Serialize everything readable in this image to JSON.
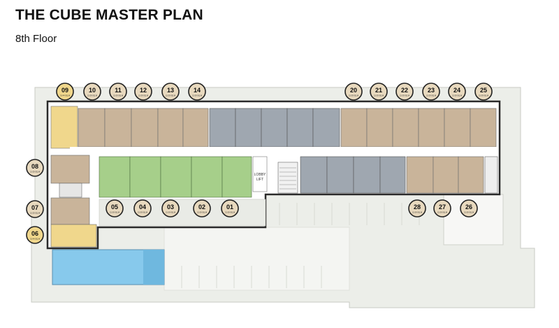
{
  "header": {
    "title": "THE CUBE MASTER PLAN",
    "subtitle": "8th Floor"
  },
  "plan": {
    "core_label_1": "LOBBY",
    "core_label_2": "LIFT",
    "colors": {
      "beige_unit": "#c9b49a",
      "green_unit": "#a6cf8a",
      "gray_unit": "#9fa7b0",
      "yellow_unit": "#f0d78c",
      "pool": "#87c9ec",
      "site": "#eceee9",
      "corridor": "#ffffff",
      "marker_fill": "#e8d9be",
      "marker_border": "#222222"
    },
    "unit_markers": [
      {
        "num": "09",
        "area": "31-44 SQ.M",
        "type": "yellow"
      },
      {
        "num": "10",
        "area": "21-29 SQ.M",
        "type": "beige"
      },
      {
        "num": "11",
        "area": "21-29 SQ.M",
        "type": "beige"
      },
      {
        "num": "12",
        "area": "21-29 SQ.M",
        "type": "beige"
      },
      {
        "num": "13",
        "area": "21-29 SQ.M",
        "type": "beige"
      },
      {
        "num": "14",
        "area": "21-29 SQ.M",
        "type": "beige"
      },
      {
        "num": "20",
        "area": "21-29 SQ.M",
        "type": "beige"
      },
      {
        "num": "21",
        "area": "21-29 SQ.M",
        "type": "beige"
      },
      {
        "num": "22",
        "area": "21-29 SQ.M",
        "type": "beige"
      },
      {
        "num": "23",
        "area": "21-29 SQ.M",
        "type": "beige"
      },
      {
        "num": "24",
        "area": "21-29 SQ.M",
        "type": "beige"
      },
      {
        "num": "25",
        "area": "21-29 SQ.M",
        "type": "beige"
      },
      {
        "num": "08",
        "area": "21-29 SQ.M",
        "type": "beige"
      },
      {
        "num": "07",
        "area": "21-29 SQ.M",
        "type": "beige"
      },
      {
        "num": "06",
        "area": "31-44 SQ.M",
        "type": "yellow"
      },
      {
        "num": "05",
        "area": "21-29 SQ.M",
        "type": "green"
      },
      {
        "num": "04",
        "area": "21-29 SQ.M",
        "type": "green"
      },
      {
        "num": "03",
        "area": "21-29 SQ.M",
        "type": "green"
      },
      {
        "num": "02",
        "area": "21-29 SQ.M",
        "type": "green"
      },
      {
        "num": "01",
        "area": "21-29 SQ.M",
        "type": "green"
      },
      {
        "num": "28",
        "area": "21-29 SQ.M",
        "type": "beige"
      },
      {
        "num": "27",
        "area": "21-29 SQ.M",
        "type": "beige"
      },
      {
        "num": "26",
        "area": "21-29 SQ.M",
        "type": "beige"
      }
    ]
  }
}
